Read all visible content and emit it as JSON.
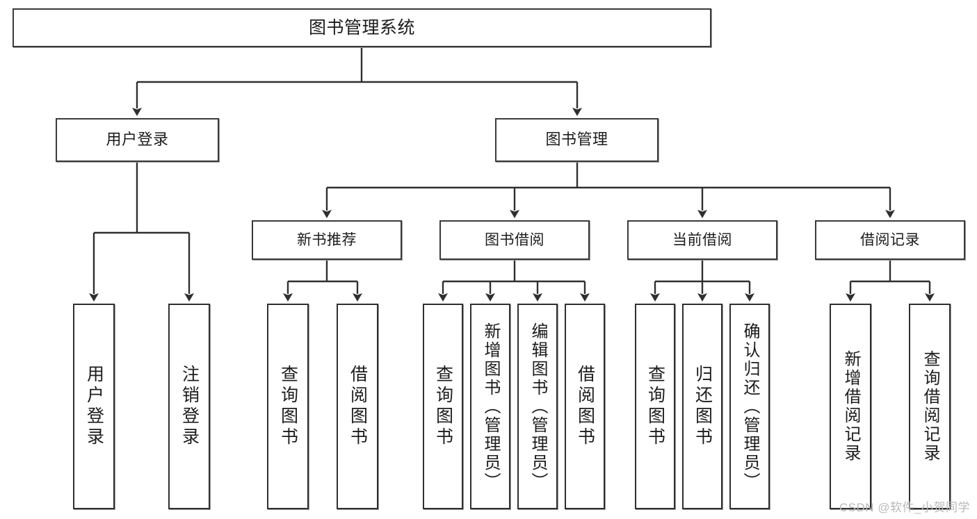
{
  "diagram": {
    "title": "图书管理系统",
    "type": "tree",
    "orientation": "top-down",
    "watermark": "CSDN @软件_小贺同学",
    "colors": {
      "box_border": "#3a3a3a",
      "leaf_border": "#2f2f2f",
      "connector": "#2f2f2f",
      "text": "#1c1c1c",
      "background": "#ffffff",
      "watermark": "#b9b9b9"
    }
  },
  "root": {
    "label": "图书管理系统"
  },
  "level2": [
    {
      "label": "用户登录"
    },
    {
      "label": "图书管理"
    }
  ],
  "level3": [
    {
      "label": "新书推荐"
    },
    {
      "label": "图书借阅"
    },
    {
      "label": "当前借阅"
    },
    {
      "label": "借阅记录"
    }
  ],
  "leaves": {
    "user_login": [
      {
        "label": "用户登录"
      },
      {
        "label": "注销登录"
      }
    ],
    "new_book_recommend": [
      {
        "label": "查询图书"
      },
      {
        "label": "借阅图书"
      }
    ],
    "book_borrow": [
      {
        "label": "查询图书"
      },
      {
        "label": "新增图书（管理员）"
      },
      {
        "label": "编辑图书（管理员）"
      },
      {
        "label": "借阅图书"
      }
    ],
    "current_borrow": [
      {
        "label": "查询图书"
      },
      {
        "label": "归还图书"
      },
      {
        "label": "确认归还（管理员）"
      }
    ],
    "borrow_record": [
      {
        "label": "新增借阅记录"
      },
      {
        "label": "查询借阅记录"
      }
    ]
  }
}
